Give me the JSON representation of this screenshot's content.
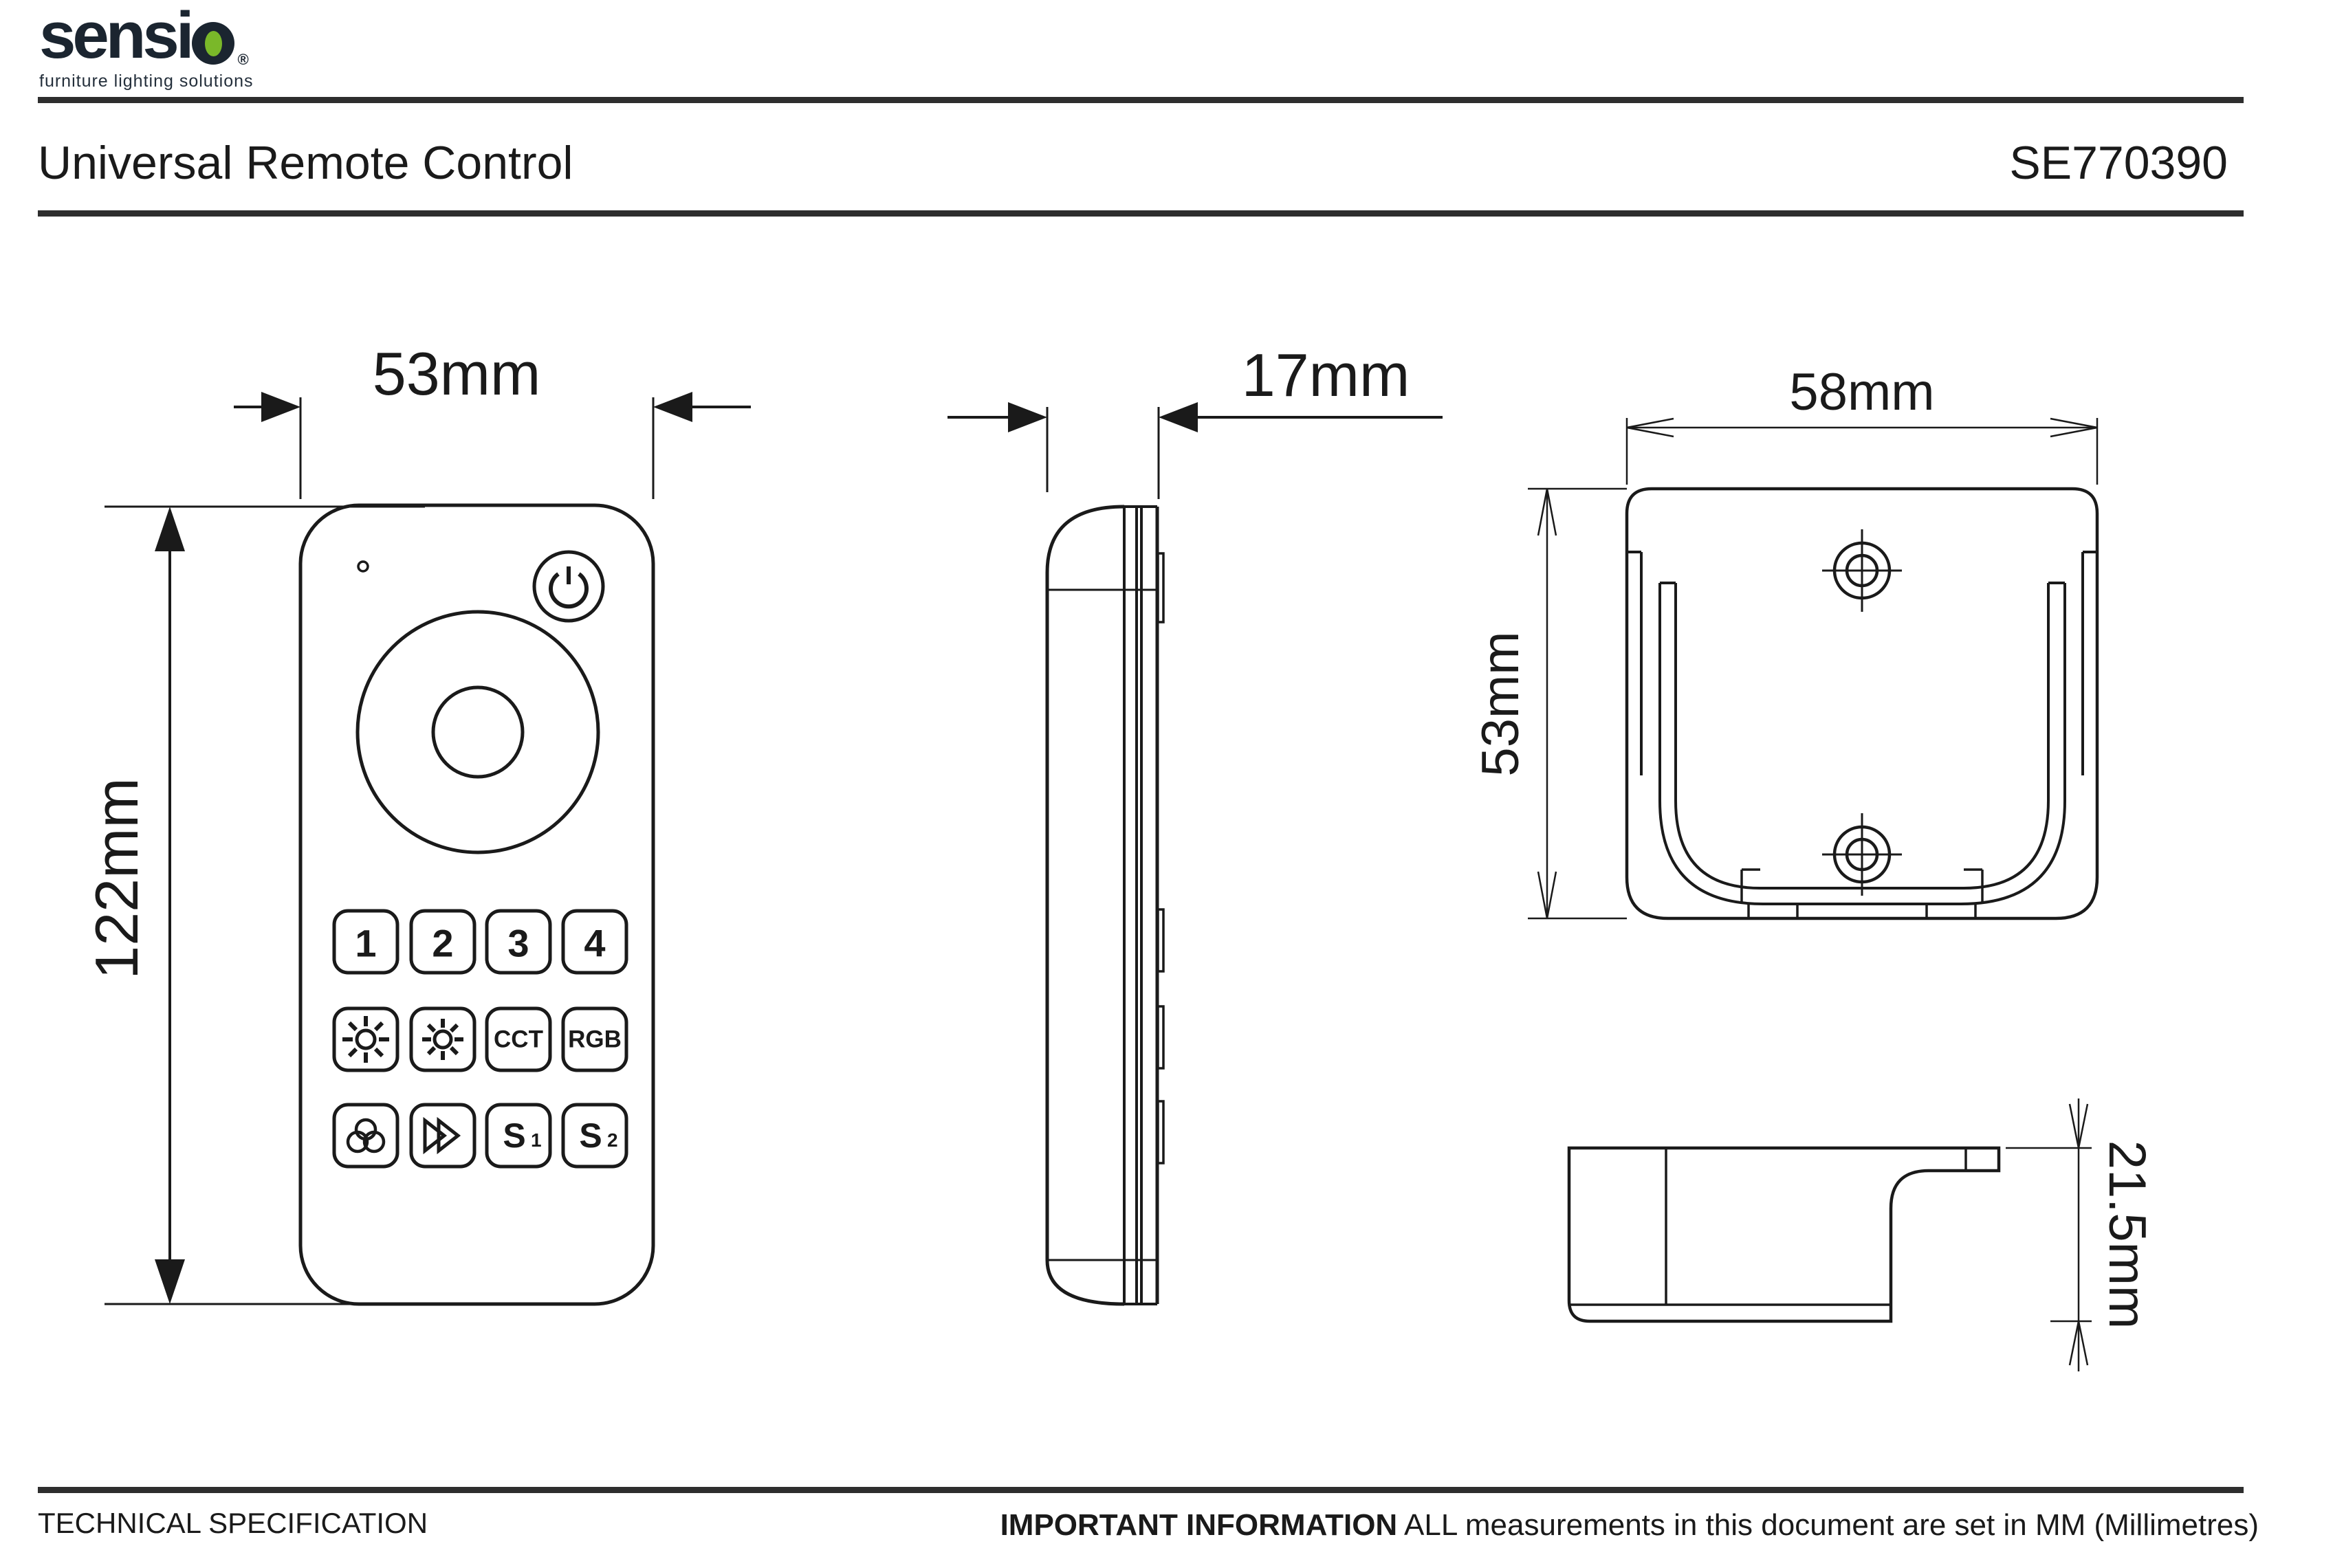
{
  "header": {
    "logo": {
      "brand_prefix": "sensi",
      "registered": "®",
      "tagline": "furniture lighting solutions",
      "navy": "#1b2530",
      "green": "#7ab829"
    },
    "title": "Universal Remote Control",
    "product_code": "SE770390"
  },
  "dimensions": {
    "front_width": "53mm",
    "front_height": "122mm",
    "side_depth": "17mm",
    "bracket_width": "58mm",
    "bracket_height": "53mm",
    "bracket_depth": "21.5mm"
  },
  "remote": {
    "buttons": [
      {
        "label": "1"
      },
      {
        "label": "2"
      },
      {
        "label": "3"
      },
      {
        "label": "4"
      },
      {
        "icon": "brightness-up-icon"
      },
      {
        "icon": "brightness-down-icon"
      },
      {
        "label": "CCT"
      },
      {
        "label": "RGB"
      },
      {
        "icon": "color-cycle-icon"
      },
      {
        "icon": "speed-icon"
      },
      {
        "label": "S",
        "sub": "1"
      },
      {
        "label": "S",
        "sub": "2"
      }
    ],
    "controls": [
      "power-icon",
      "led-indicator",
      "scroll-wheel"
    ]
  },
  "footer": {
    "left": "TECHNICAL SPECIFICATION",
    "right_bold": "IMPORTANT INFORMATION",
    "right_rest": " ALL measurements in this document are set in MM (Millimetres)"
  }
}
